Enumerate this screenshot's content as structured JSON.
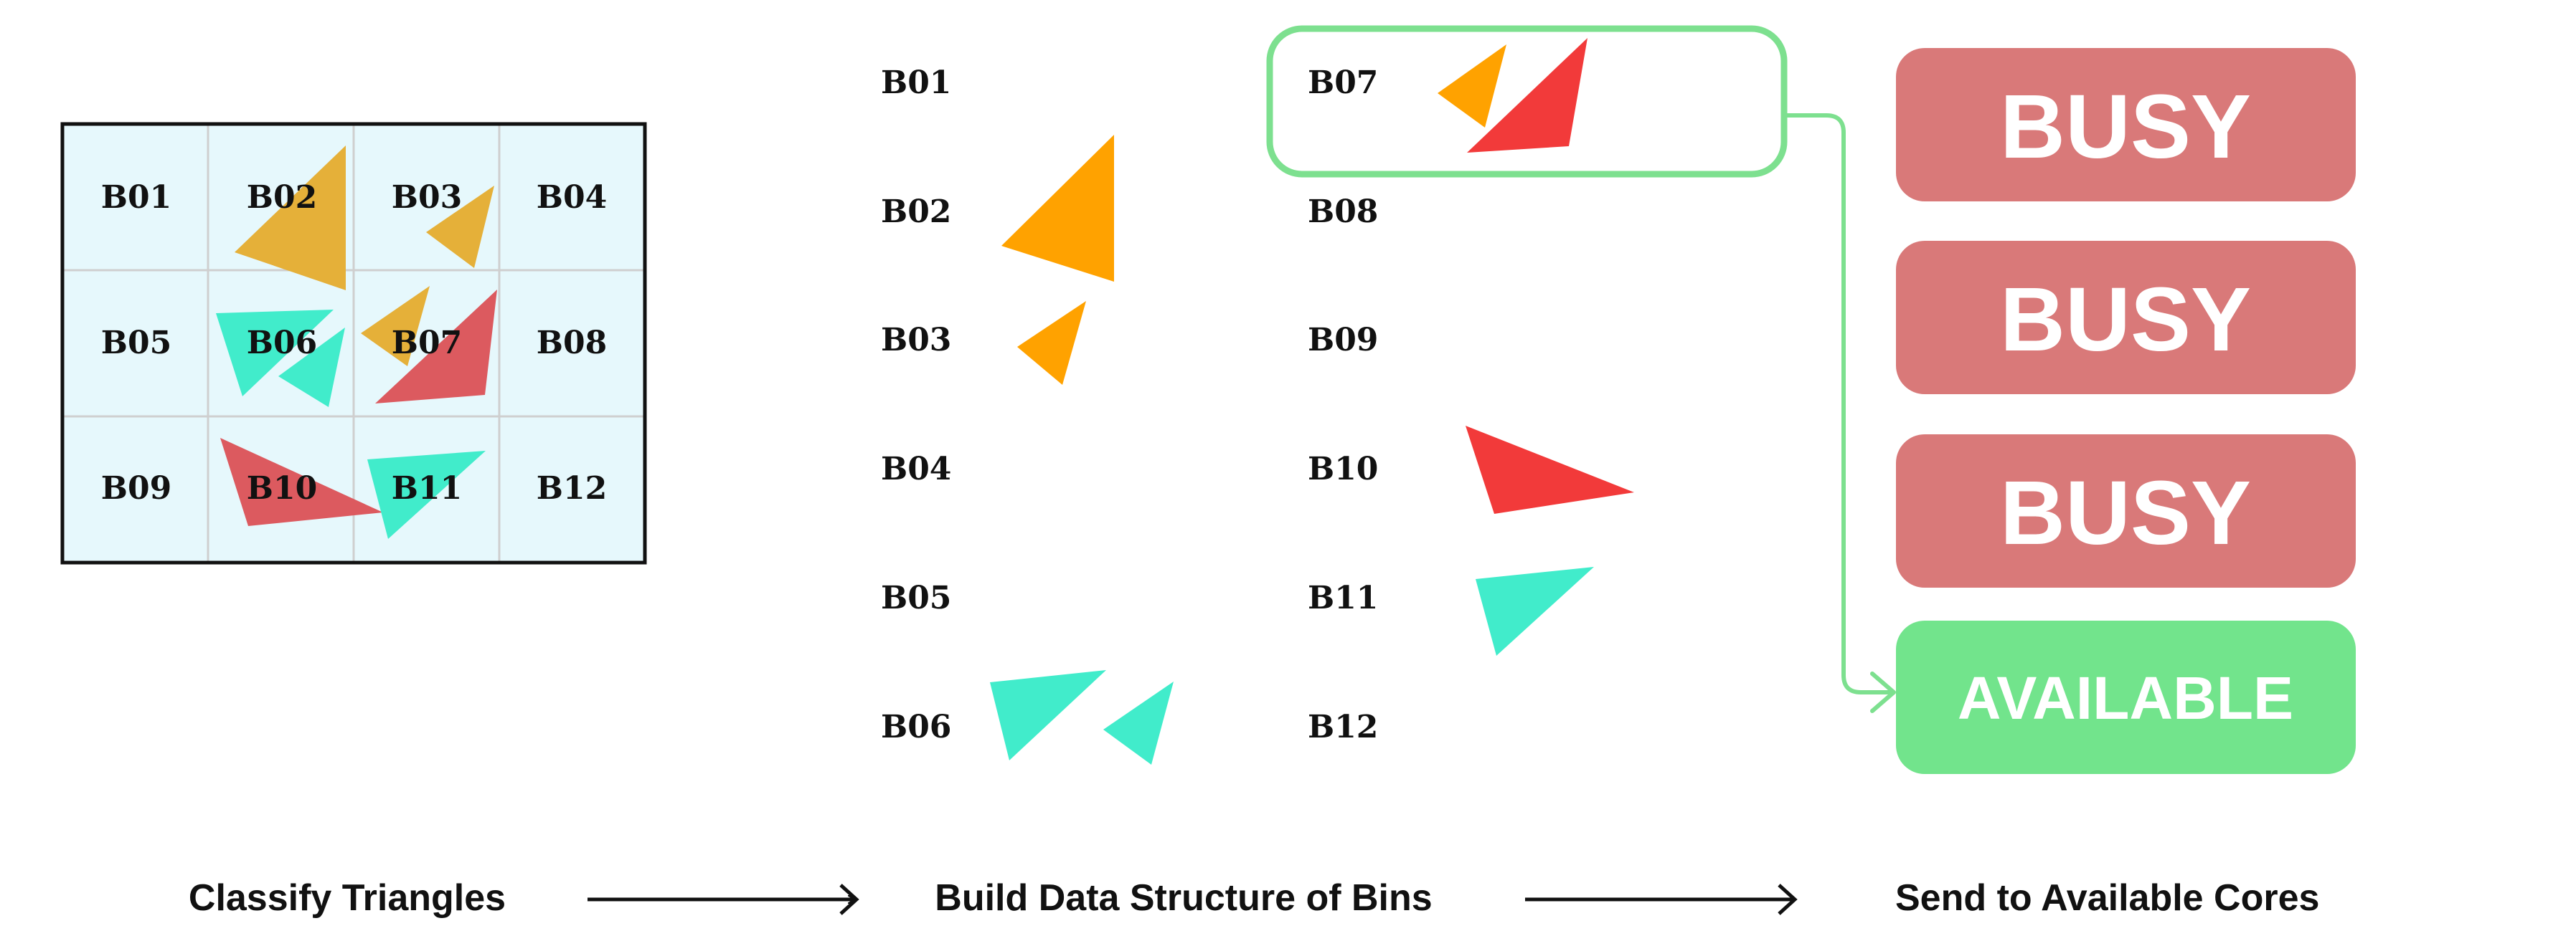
{
  "colors": {
    "grid_fill": "#e6f8fc",
    "grid_line": "#cfcfcf",
    "grid_border": "#111111",
    "orange_grid": "#e5b039",
    "orange": "#ffa200",
    "red_grid": "#dc5a5f",
    "red": "#f23a3a",
    "cyan": "#41eccb",
    "busy": "#d97979",
    "available": "#72e48c",
    "highlight": "#7de08f",
    "arrow": "#111111"
  },
  "grid": {
    "bins": [
      "B01",
      "B02",
      "B03",
      "B04",
      "B05",
      "B06",
      "B07",
      "B08",
      "B09",
      "B10",
      "B11",
      "B12"
    ]
  },
  "bin_list": {
    "left_column": [
      "B01",
      "B02",
      "B03",
      "B04",
      "B05",
      "B06"
    ],
    "right_column": [
      "B07",
      "B08",
      "B09",
      "B10",
      "B11",
      "B12"
    ],
    "highlighted": "B07"
  },
  "cores": [
    {
      "label": "BUSY",
      "status": "busy"
    },
    {
      "label": "BUSY",
      "status": "busy"
    },
    {
      "label": "BUSY",
      "status": "busy"
    },
    {
      "label": "AVAILABLE",
      "status": "available"
    }
  ],
  "steps": {
    "classify": "Classify Triangles",
    "build": "Build Data Structure of Bins",
    "send": "Send to Available Cores"
  }
}
